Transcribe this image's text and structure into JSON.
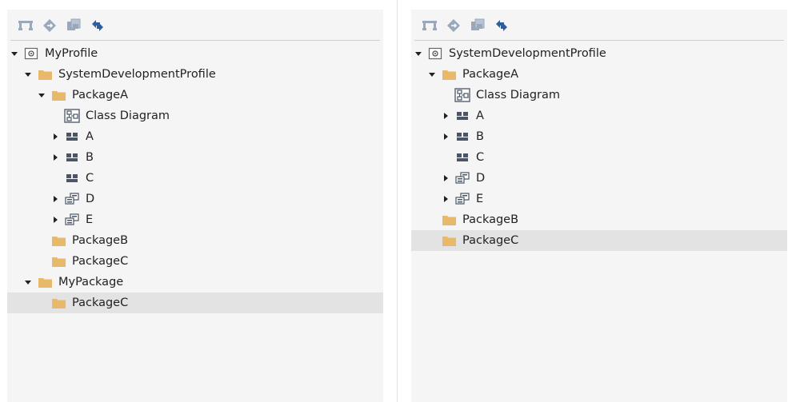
{
  "left_tree": [
    {
      "label": "MyProfile",
      "icon": "profile-icon",
      "level": 0,
      "toggle": "expanded"
    },
    {
      "label": "SystemDevelopmentProfile",
      "icon": "folder-icon",
      "level": 1,
      "toggle": "expanded"
    },
    {
      "label": "PackageA",
      "icon": "folder-icon",
      "level": 2,
      "toggle": "expanded"
    },
    {
      "label": "Class Diagram",
      "icon": "class-diagram-icon",
      "level": 3,
      "toggle": "none"
    },
    {
      "label": "A",
      "icon": "stereotype-icon",
      "level": 3,
      "toggle": "collapsed"
    },
    {
      "label": "B",
      "icon": "stereotype-icon",
      "level": 3,
      "toggle": "collapsed"
    },
    {
      "label": "C",
      "icon": "stereotype-icon",
      "level": 3,
      "toggle": "leaf"
    },
    {
      "label": "D",
      "icon": "class-icon",
      "level": 3,
      "toggle": "collapsed"
    },
    {
      "label": "E",
      "icon": "class-icon",
      "level": 3,
      "toggle": "collapsed"
    },
    {
      "label": "PackageB",
      "icon": "folder-icon",
      "level": 2,
      "toggle": "leaf"
    },
    {
      "label": "PackageC",
      "icon": "folder-icon",
      "level": 2,
      "toggle": "leaf"
    },
    {
      "label": "MyPackage",
      "icon": "folder-icon",
      "level": 1,
      "toggle": "expanded"
    },
    {
      "label": "PackageC",
      "icon": "folder-icon",
      "level": 2,
      "toggle": "leaf",
      "selected": true
    }
  ],
  "right_tree": [
    {
      "label": "SystemDevelopmentProfile",
      "icon": "profile-icon",
      "level": 0,
      "toggle": "expanded"
    },
    {
      "label": "PackageA",
      "icon": "folder-icon",
      "level": 1,
      "toggle": "expanded"
    },
    {
      "label": "Class Diagram",
      "icon": "class-diagram-icon",
      "level": 2,
      "toggle": "none"
    },
    {
      "label": "A",
      "icon": "stereotype-icon",
      "level": 2,
      "toggle": "collapsed"
    },
    {
      "label": "B",
      "icon": "stereotype-icon",
      "level": 2,
      "toggle": "collapsed"
    },
    {
      "label": "C",
      "icon": "stereotype-icon",
      "level": 2,
      "toggle": "leaf"
    },
    {
      "label": "D",
      "icon": "class-icon",
      "level": 2,
      "toggle": "collapsed"
    },
    {
      "label": "E",
      "icon": "class-icon",
      "level": 2,
      "toggle": "collapsed"
    },
    {
      "label": "PackageB",
      "icon": "folder-icon",
      "level": 1,
      "toggle": "leaf"
    },
    {
      "label": "PackageC",
      "icon": "folder-icon",
      "level": 1,
      "toggle": "leaf",
      "selected": true
    }
  ],
  "toolbar_icons": [
    "hierarchy-icon",
    "navigate-icon",
    "copy-icon",
    "sync-icon"
  ],
  "colors": {
    "panel_bg": "#f5f5f5",
    "selected_row": "#e3e3e3",
    "folder": "#e8b96a",
    "icon_gray": "#4b5563",
    "icon_blue": "#2b5f9e"
  }
}
